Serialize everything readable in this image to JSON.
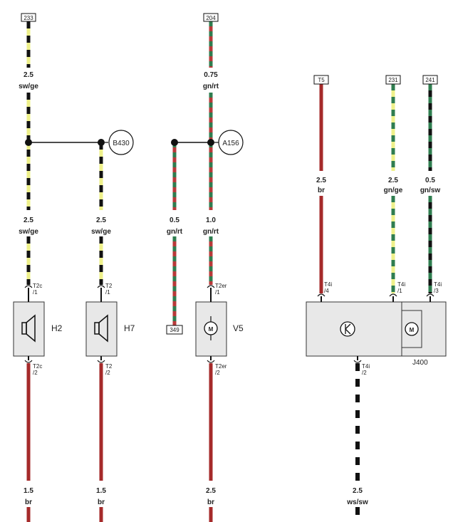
{
  "connectors": {
    "c233": "233",
    "c204": "204",
    "t5": "T5",
    "c231": "231",
    "c241": "241",
    "c349": "349"
  },
  "wires": {
    "w1_top": {
      "size": "2.5",
      "color": "sw/ge"
    },
    "w4_top": {
      "size": "0.75",
      "color": "gn/rt"
    },
    "w1_mid": {
      "size": "2.5",
      "color": "sw/ge"
    },
    "w2_mid": {
      "size": "2.5",
      "color": "sw/ge"
    },
    "w3_mid": {
      "size": "0.5",
      "color": "gn/rt"
    },
    "w4_mid": {
      "size": "1.0",
      "color": "gn/rt"
    },
    "w5": {
      "size": "2.5",
      "color": "br"
    },
    "w6": {
      "size": "2.5",
      "color": "gn/ge"
    },
    "w7": {
      "size": "0.5",
      "color": "gn/sw"
    },
    "w1_bot": {
      "size": "1.5",
      "color": "br"
    },
    "w2_bot": {
      "size": "1.5",
      "color": "br"
    },
    "w4_bot": {
      "size": "2.5",
      "color": "br"
    },
    "w8_bot": {
      "size": "2.5",
      "color": "ws/sw"
    }
  },
  "nodes": {
    "b430": "B430",
    "a156": "A156"
  },
  "pins": {
    "h2_top": [
      "T2c",
      "/1"
    ],
    "h7_top": [
      "T2",
      "/1"
    ],
    "v5_top": [
      "T2er",
      "/1"
    ],
    "h2_bot": [
      "T2c",
      "/2"
    ],
    "h7_bot": [
      "T2",
      "/2"
    ],
    "v5_bot": [
      "T2er",
      "/2"
    ],
    "j_p4": [
      "T4i",
      "/4"
    ],
    "j_p1": [
      "T4i",
      "/1"
    ],
    "j_p3": [
      "T4i",
      "/3"
    ],
    "j_p2": [
      "T4i",
      "/2"
    ]
  },
  "components": {
    "h2": "H2",
    "h7": "H7",
    "v5": "V5",
    "j400": "J400"
  },
  "colors": {
    "black": "#111111",
    "yellow": "#eef08a",
    "green": "#2f7d4f",
    "red": "#b83a3a",
    "brown": "#a52a2a",
    "box": "#e8e8e8"
  }
}
